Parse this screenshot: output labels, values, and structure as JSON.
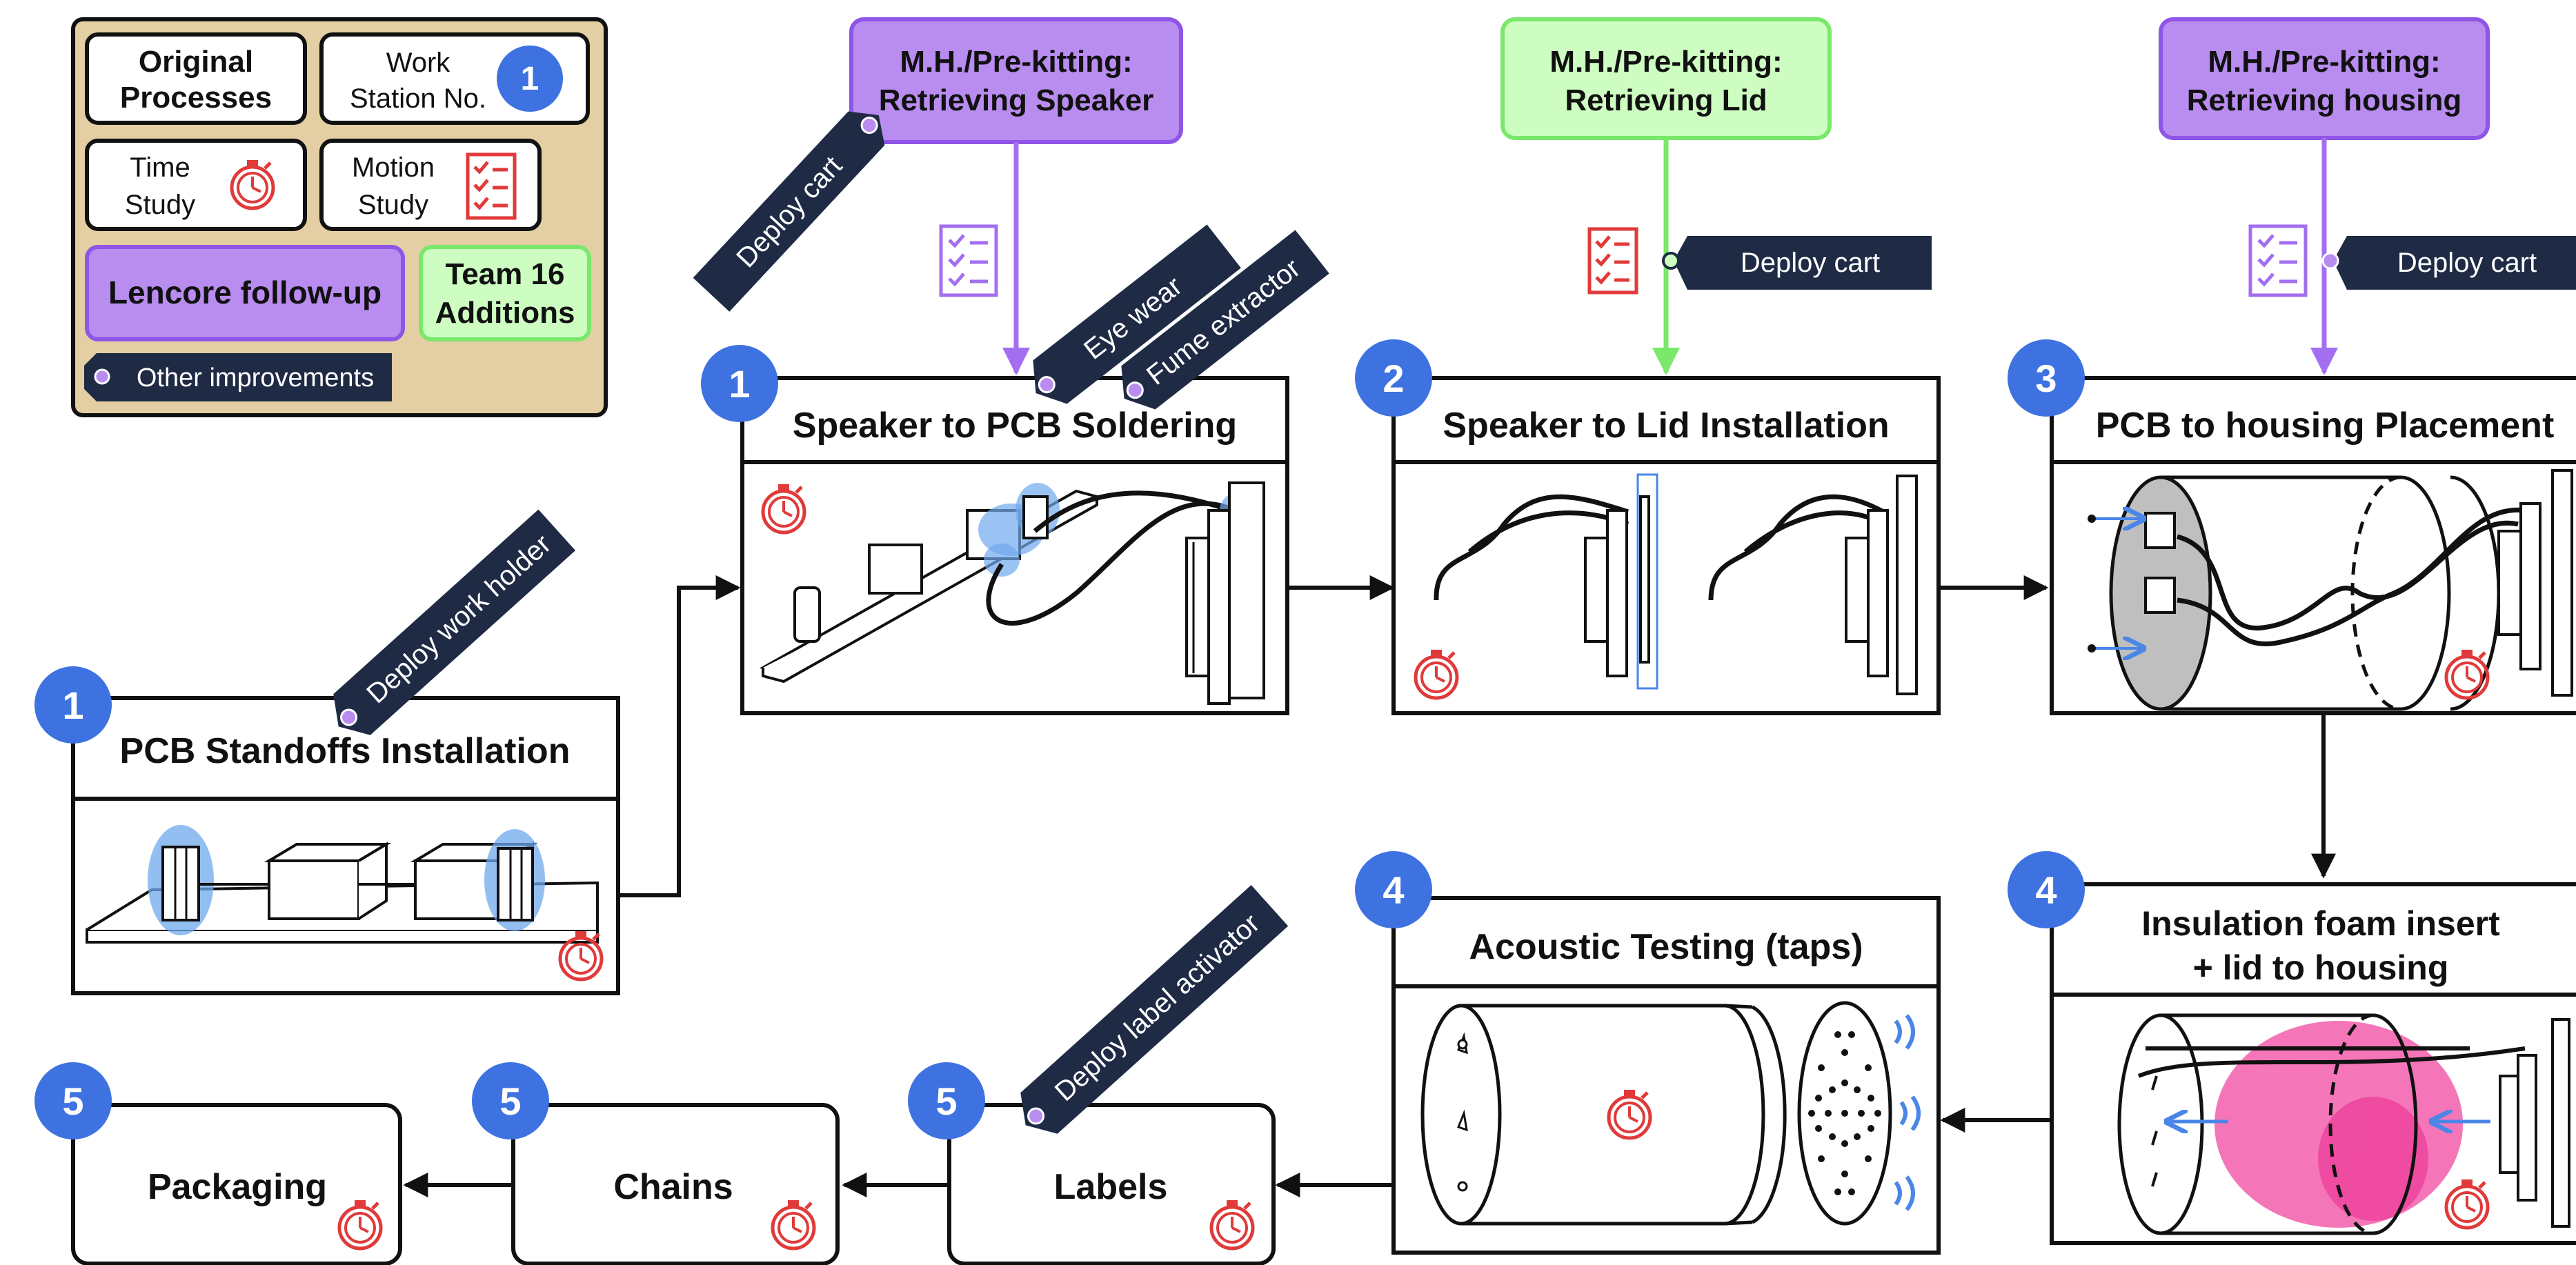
{
  "legend": {
    "original": [
      "Original",
      "Processes"
    ],
    "workstation": [
      "Work",
      "Station No."
    ],
    "workstation_badge": "1",
    "time": [
      "Time",
      "Study"
    ],
    "motion": [
      "Motion",
      "Study"
    ],
    "lencore": "Lencore follow-up",
    "team": [
      "Team 16",
      "Additions"
    ],
    "other": "Other improvements"
  },
  "pre_kitting": [
    {
      "lines": [
        "M.H./Pre-kitting:",
        "Retrieving Speaker"
      ],
      "tag": "Deploy cart",
      "origin": "lencore"
    },
    {
      "lines": [
        "M.H./Pre-kitting:",
        "Retrieving Lid"
      ],
      "tag": "Deploy cart",
      "origin": "team16"
    },
    {
      "lines": [
        "M.H./Pre-kitting:",
        "Retrieving housing"
      ],
      "tag": "Deploy cart",
      "origin": "lencore"
    }
  ],
  "stations": [
    {
      "id": "pcb-standoffs",
      "number": "1",
      "title": [
        "PCB Standoffs Installation"
      ],
      "tags": [
        "Deploy work holder"
      ]
    },
    {
      "id": "speaker-soldering",
      "number": "1",
      "title": [
        "Speaker to PCB Soldering"
      ],
      "tags": [
        "Eye wear",
        "Fume extractor"
      ]
    },
    {
      "id": "speaker-lid",
      "number": "2",
      "title": [
        "Speaker to Lid Installation"
      ],
      "tags": []
    },
    {
      "id": "pcb-housing",
      "number": "3",
      "title": [
        "PCB to housing Placement"
      ],
      "tags": []
    },
    {
      "id": "insulation",
      "number": "4",
      "title": [
        "Insulation foam insert",
        "+ lid to housing"
      ],
      "tags": []
    },
    {
      "id": "acoustic",
      "number": "4",
      "title": [
        "Acoustic Testing (taps)"
      ],
      "tags": []
    },
    {
      "id": "labels",
      "number": "5",
      "title": [
        "Labels"
      ],
      "tags": [
        "Deploy label activator"
      ]
    },
    {
      "id": "chains",
      "number": "5",
      "title": [
        "Chains"
      ],
      "tags": []
    },
    {
      "id": "packaging",
      "number": "5",
      "title": [
        "Packaging"
      ],
      "tags": []
    }
  ],
  "colors": {
    "purple_fill": "#b98cf0",
    "purple_stroke": "#8e55e6",
    "green_fill": "#cdfdc1",
    "green_stroke": "#7ae86a",
    "legend_bg": "#e3cfa3",
    "tag_bg": "#1f2b45",
    "badge_blue": "#3d72e0",
    "study_red": "#e03a3a",
    "highlight_blue": "#6fa8ee",
    "foam_pink": "#f03c9b"
  }
}
